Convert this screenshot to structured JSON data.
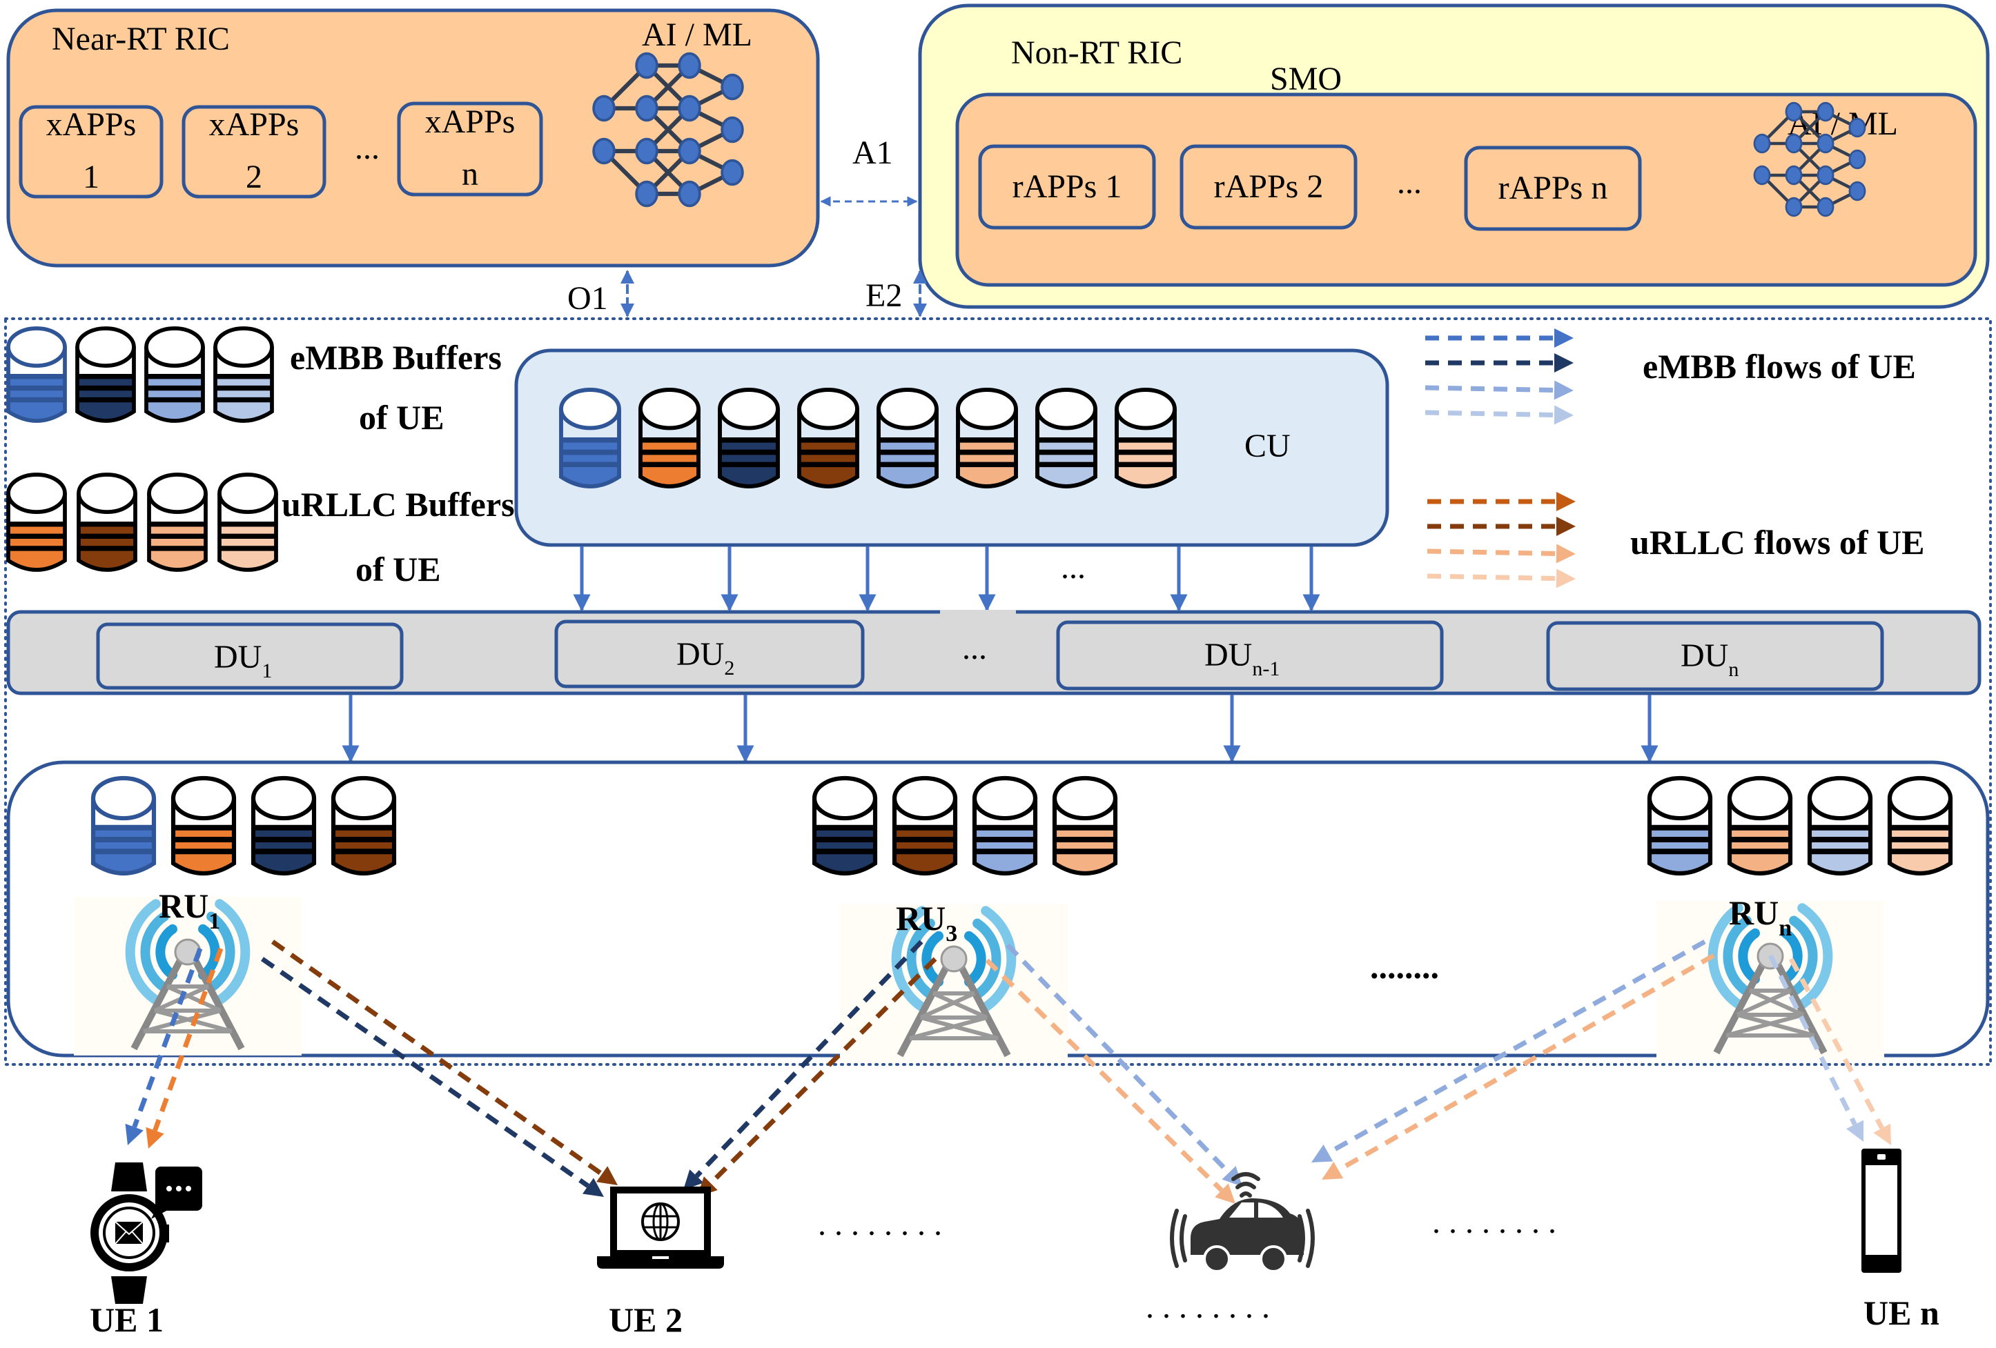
{
  "colors": {
    "border": "#2F5597",
    "near_rt_fill": "#FFCC99",
    "non_rt_fill": "#FFFFCC",
    "smo_fill": "#FFCC99",
    "cu_fill": "#DEEBF7",
    "du_bar_fill": "#D9D9D9",
    "arrow_blue": "#4472C4",
    "nn_node": "#4472C4",
    "nn_edge": "#333F50",
    "embb": [
      "#4472C4",
      "#203864",
      "#8FAADC",
      "#B4C7E7"
    ],
    "urllc": [
      "#ED7D31",
      "#843C0C",
      "#F4B183",
      "#F8CBAD"
    ],
    "urllc_flow": [
      "#C55A11",
      "#843C0C",
      "#F4B183",
      "#F8CBAD"
    ]
  },
  "near_rt_ric": {
    "title": "Near-RT RIC",
    "ai_label": "AI / ML",
    "xapps": [
      {
        "label": "xAPPs",
        "index": "1"
      },
      {
        "label": "xAPPs",
        "index": "2"
      },
      {
        "label": "xAPPs",
        "index": "n"
      }
    ],
    "ellipsis": "..."
  },
  "non_rt_ric": {
    "title": "Non-RT RIC",
    "smo_label": "SMO",
    "ai_label": "AI / ML",
    "rapps": [
      "rAPPs 1",
      "rAPPs 2",
      "rAPPs n"
    ],
    "ellipsis": "..."
  },
  "interfaces": {
    "a1": "A1",
    "o1": "O1",
    "e2": "E2"
  },
  "legend": {
    "embb_buffers_line1": "eMBB Buffers",
    "embb_buffers_line2": "of UE",
    "urllc_buffers_line1": "uRLLC Buffers",
    "urllc_buffers_line2": "of UE",
    "embb_flows": "eMBB flows of UE",
    "urllc_flows": "uRLLC flows of UE"
  },
  "cu": {
    "label": "CU",
    "buffers": [
      "embb0",
      "urllc0",
      "embb1",
      "urllc1",
      "embb2",
      "urllc2",
      "embb3",
      "urllc3"
    ],
    "ellipsis": "..."
  },
  "du": {
    "units": [
      {
        "base": "DU",
        "sub": "1"
      },
      {
        "base": "DU",
        "sub": "2"
      },
      {
        "base": "DU",
        "sub": "n-1"
      },
      {
        "base": "DU",
        "sub": "n"
      }
    ],
    "ellipsis": "..."
  },
  "ru": {
    "units": [
      {
        "base": "RU",
        "sub": "1",
        "buffers": [
          "embb0",
          "urllc0",
          "embb1",
          "urllc1"
        ]
      },
      {
        "base": "RU",
        "sub": "3",
        "buffers": [
          "embb1",
          "urllc1",
          "embb2",
          "urllc2"
        ]
      },
      {
        "base": "RU",
        "sub": "n",
        "buffers": [
          "embb2",
          "urllc2",
          "embb3",
          "urllc3"
        ]
      }
    ],
    "ellipsis": "........"
  },
  "ues": [
    {
      "label": "UE 1",
      "icon": "smartwatch-icon"
    },
    {
      "label": "UE 2",
      "icon": "laptop-icon"
    },
    {
      "label": "",
      "icon": "connected-car-icon"
    },
    {
      "label": "UE n",
      "icon": "smartphone-icon"
    }
  ],
  "ue_ellipsis": ". . . . . . . ."
}
